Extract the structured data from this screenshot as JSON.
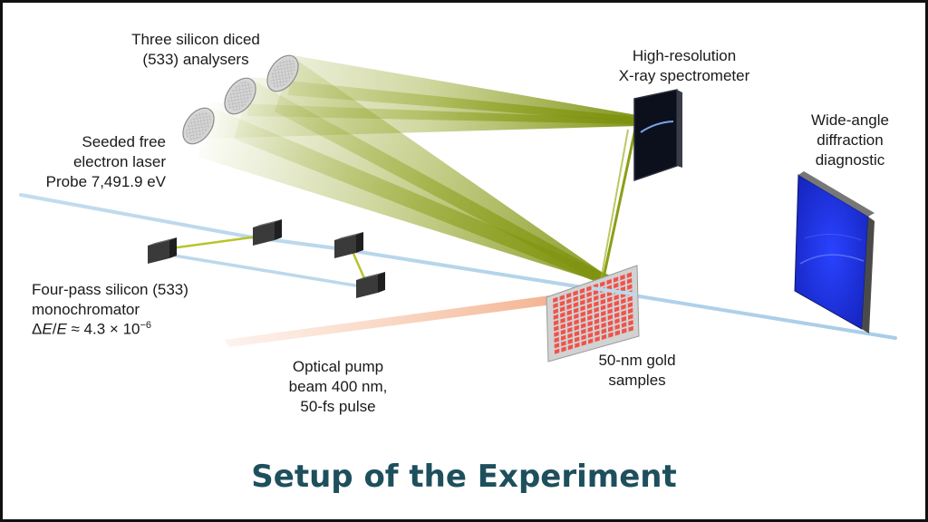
{
  "labels": {
    "analysers": "Three silicon diced\n(533) analysers",
    "spectrometer": "High-resolution\nX-ray spectrometer",
    "laser": "Seeded free\nelectron laser\nProbe 7,491.9 eV",
    "diffraction": "Wide-angle\ndiffraction\ndiagnostic",
    "monochromator": "Four-pass silicon (533)\nmonochromator",
    "formula_delta": "Δ",
    "formula_e1": "E",
    "formula_slash": "/",
    "formula_e2": "E",
    "formula_value": " ≈ 4.3 × 10",
    "formula_exp": "−6",
    "pump": "Optical pump\nbeam 400 nm,\n50-fs pulse",
    "samples": "50-nm gold\nsamples"
  },
  "title": "Setup of the Experiment",
  "colors": {
    "title": "#1e4f5c",
    "xray_beam": "#bcd8ec",
    "scatter_beam": "#8a9d14",
    "pump_beam": "#f6c4a8",
    "sample_red": "#f0524a",
    "detector_blue": "#2233dd"
  }
}
